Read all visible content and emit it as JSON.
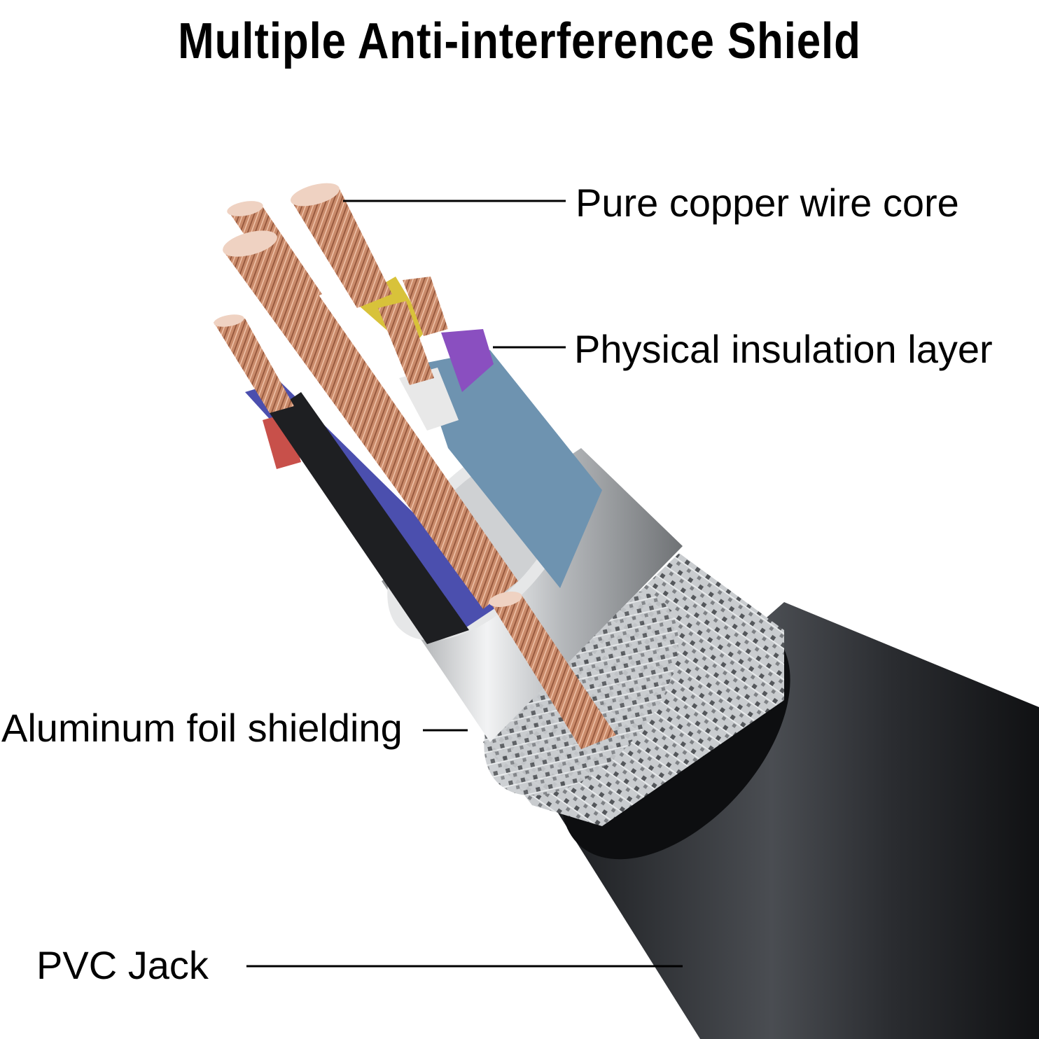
{
  "title": "Multiple Anti-interference Shield",
  "labels": {
    "copper_core": "Pure copper wire core",
    "insulation": "Physical insulation layer",
    "foil": "Aluminum foil shielding",
    "jacket": "PVC Jack"
  },
  "colors": {
    "copper": "#c98a6a",
    "copper_dark": "#9a5a3e",
    "jacket": "#2b2e31",
    "braid": "#bfc3c6",
    "foil": "#d9dadb",
    "blue_insulation": "#6e93b0",
    "purple_insulation": "#8a4fc0",
    "yellow_insulation": "#d8c23a",
    "navy_insulation": "#4b4fae",
    "red_insulation": "#c8504a",
    "black_insulation": "#1e1f22",
    "white_insulation": "#e8e8e8"
  }
}
